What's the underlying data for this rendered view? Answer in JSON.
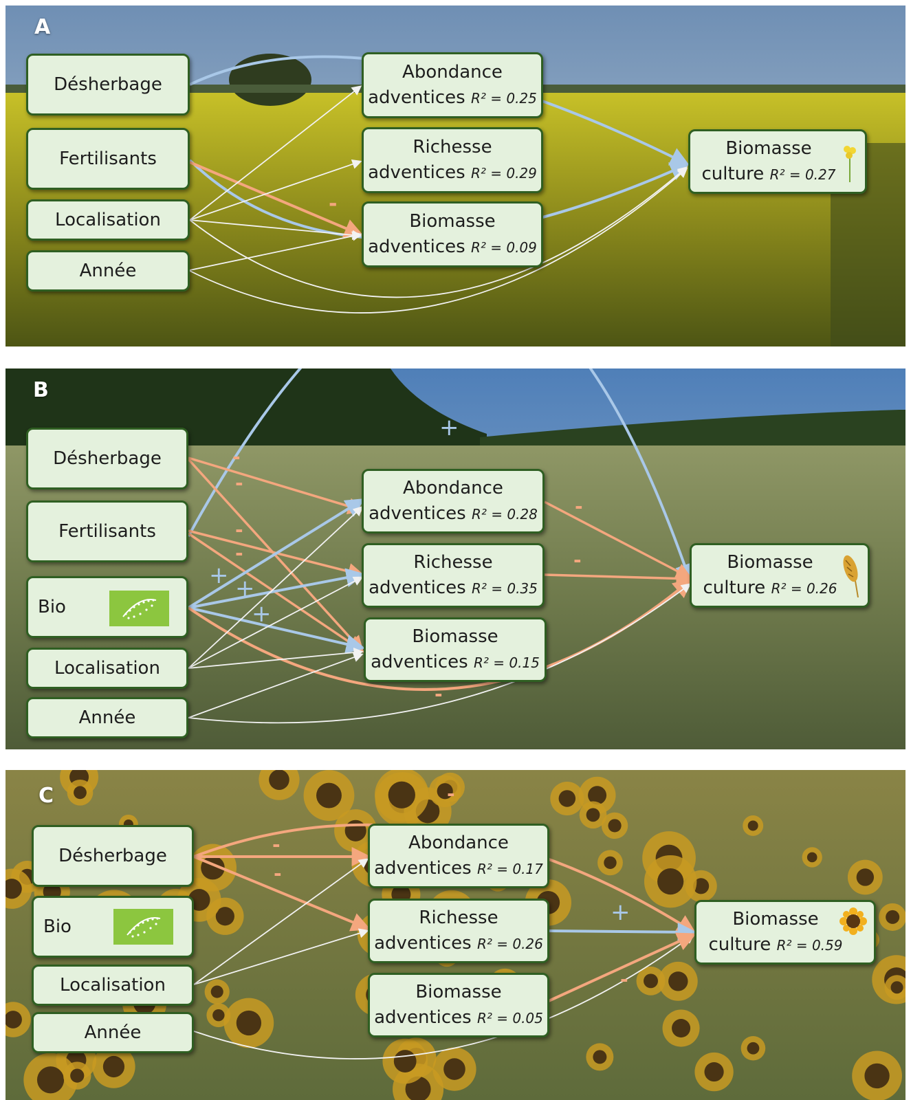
{
  "panels": {
    "A": {
      "letter": "A",
      "nodes": {
        "desherbage": "Désherbage",
        "fertilisants": "Fertilisants",
        "localisation": "Localisation",
        "annee": "Année",
        "abondance": {
          "line1": "Abondance",
          "line2": "adventices",
          "r2": "R² = 0.25"
        },
        "richesse": {
          "line1": "Richesse",
          "line2": "adventices",
          "r2": "R² = 0.29"
        },
        "biomasse_adv": {
          "line1": "Biomasse",
          "line2": "adventices",
          "r2": "R² = 0.09"
        },
        "culture": {
          "line1": "Biomasse",
          "line2": "culture",
          "r2": "R² = 0.27"
        }
      },
      "signs": [
        "-"
      ]
    },
    "B": {
      "letter": "B",
      "nodes": {
        "desherbage": "Désherbage",
        "fertilisants": "Fertilisants",
        "bio": "Bio",
        "localisation": "Localisation",
        "annee": "Année",
        "abondance": {
          "line1": "Abondance",
          "line2": "adventices",
          "r2": "R² = 0.28"
        },
        "richesse": {
          "line1": "Richesse",
          "line2": "adventices",
          "r2": "R² = 0.35"
        },
        "biomasse_adv": {
          "line1": "Biomasse",
          "line2": "adventices",
          "r2": "R² = 0.15"
        },
        "culture": {
          "line1": "Biomasse",
          "line2": "culture",
          "r2": "R² = 0.26"
        }
      },
      "signs": [
        "+",
        "-",
        "-",
        "-",
        "-",
        "+",
        "+",
        "+",
        "-",
        "-",
        "-"
      ]
    },
    "C": {
      "letter": "C",
      "nodes": {
        "desherbage": "Désherbage",
        "bio": "Bio",
        "localisation": "Localisation",
        "annee": "Année",
        "abondance": {
          "line1": "Abondance",
          "line2": "adventices",
          "r2": "R² = 0.17"
        },
        "richesse": {
          "line1": "Richesse",
          "line2": "adventices",
          "r2": "R² = 0.26"
        },
        "biomasse_adv": {
          "line1": "Biomasse",
          "line2": "adventices",
          "r2": "R² = 0.05"
        },
        "culture": {
          "line1": "Biomasse",
          "line2": "culture",
          "r2": "R² = 0.59"
        }
      },
      "signs": [
        "-",
        "-",
        "-",
        "+",
        "-"
      ]
    }
  },
  "colors": {
    "positive": "#a9c8e8",
    "negative": "#f4a77e",
    "neutral": "#f2f2f2",
    "node_fill": "#e4f1dd",
    "node_border": "#2f5f22",
    "organic_logo": "#8cc63f"
  }
}
